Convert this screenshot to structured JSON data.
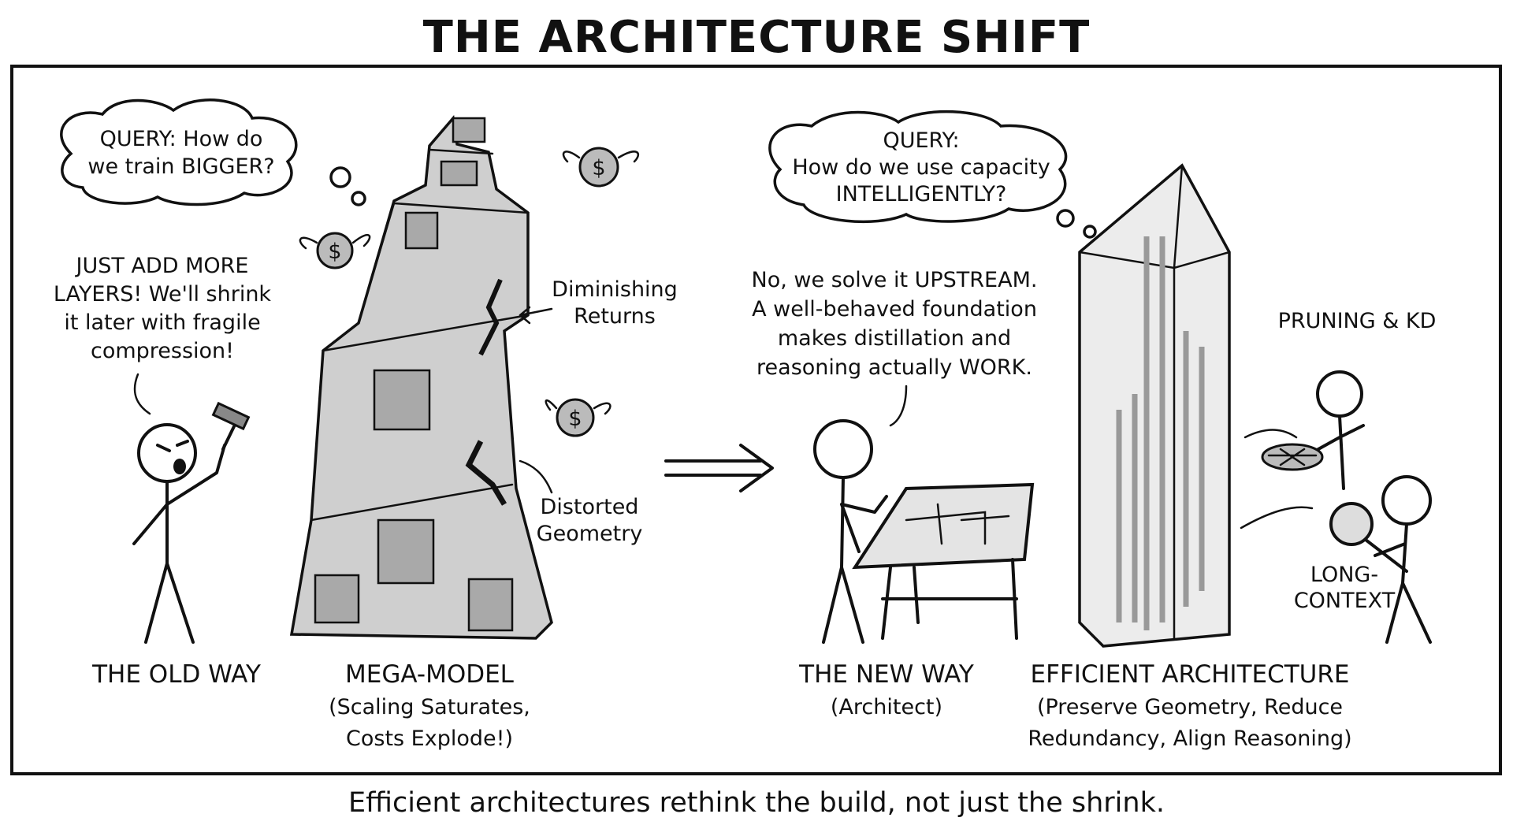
{
  "title": "THE ARCHITECTURE SHIFT",
  "left_panel": {
    "thought_bubble": [
      "QUERY: How do",
      "we train BIGGER?"
    ],
    "speech": [
      "JUST ADD MORE",
      "LAYERS! We'll shrink",
      "it later with fragile",
      "compression!"
    ],
    "tower_annotations": {
      "diminishing": [
        "Diminishing",
        "Returns"
      ],
      "distorted": [
        "Distorted",
        "Geometry"
      ]
    },
    "money_bag_symbol": "$",
    "old_way_label": "THE OLD WAY",
    "mega_model": [
      "MEGA-MODEL",
      "(Scaling Saturates,",
      "Costs Explode!)"
    ]
  },
  "right_panel": {
    "thought_bubble": [
      "QUERY:",
      "How do we use capacity",
      "INTELLIGENTLY?"
    ],
    "speech": [
      "No, we solve it UPSTREAM.",
      "A well-behaved foundation",
      "makes distillation and",
      "reasoning actually WORK."
    ],
    "pruning_label": "PRUNING & KD",
    "long_context": [
      "LONG-",
      "CONTEXT"
    ],
    "new_way": [
      "THE NEW WAY",
      "(Architect)"
    ],
    "efficient": [
      "EFFICIENT ARCHITECTURE",
      "(Preserve Geometry, Reduce",
      "Redundancy, Align Reasoning)"
    ]
  },
  "caption": "Efficient architectures rethink the build, not just the shrink."
}
